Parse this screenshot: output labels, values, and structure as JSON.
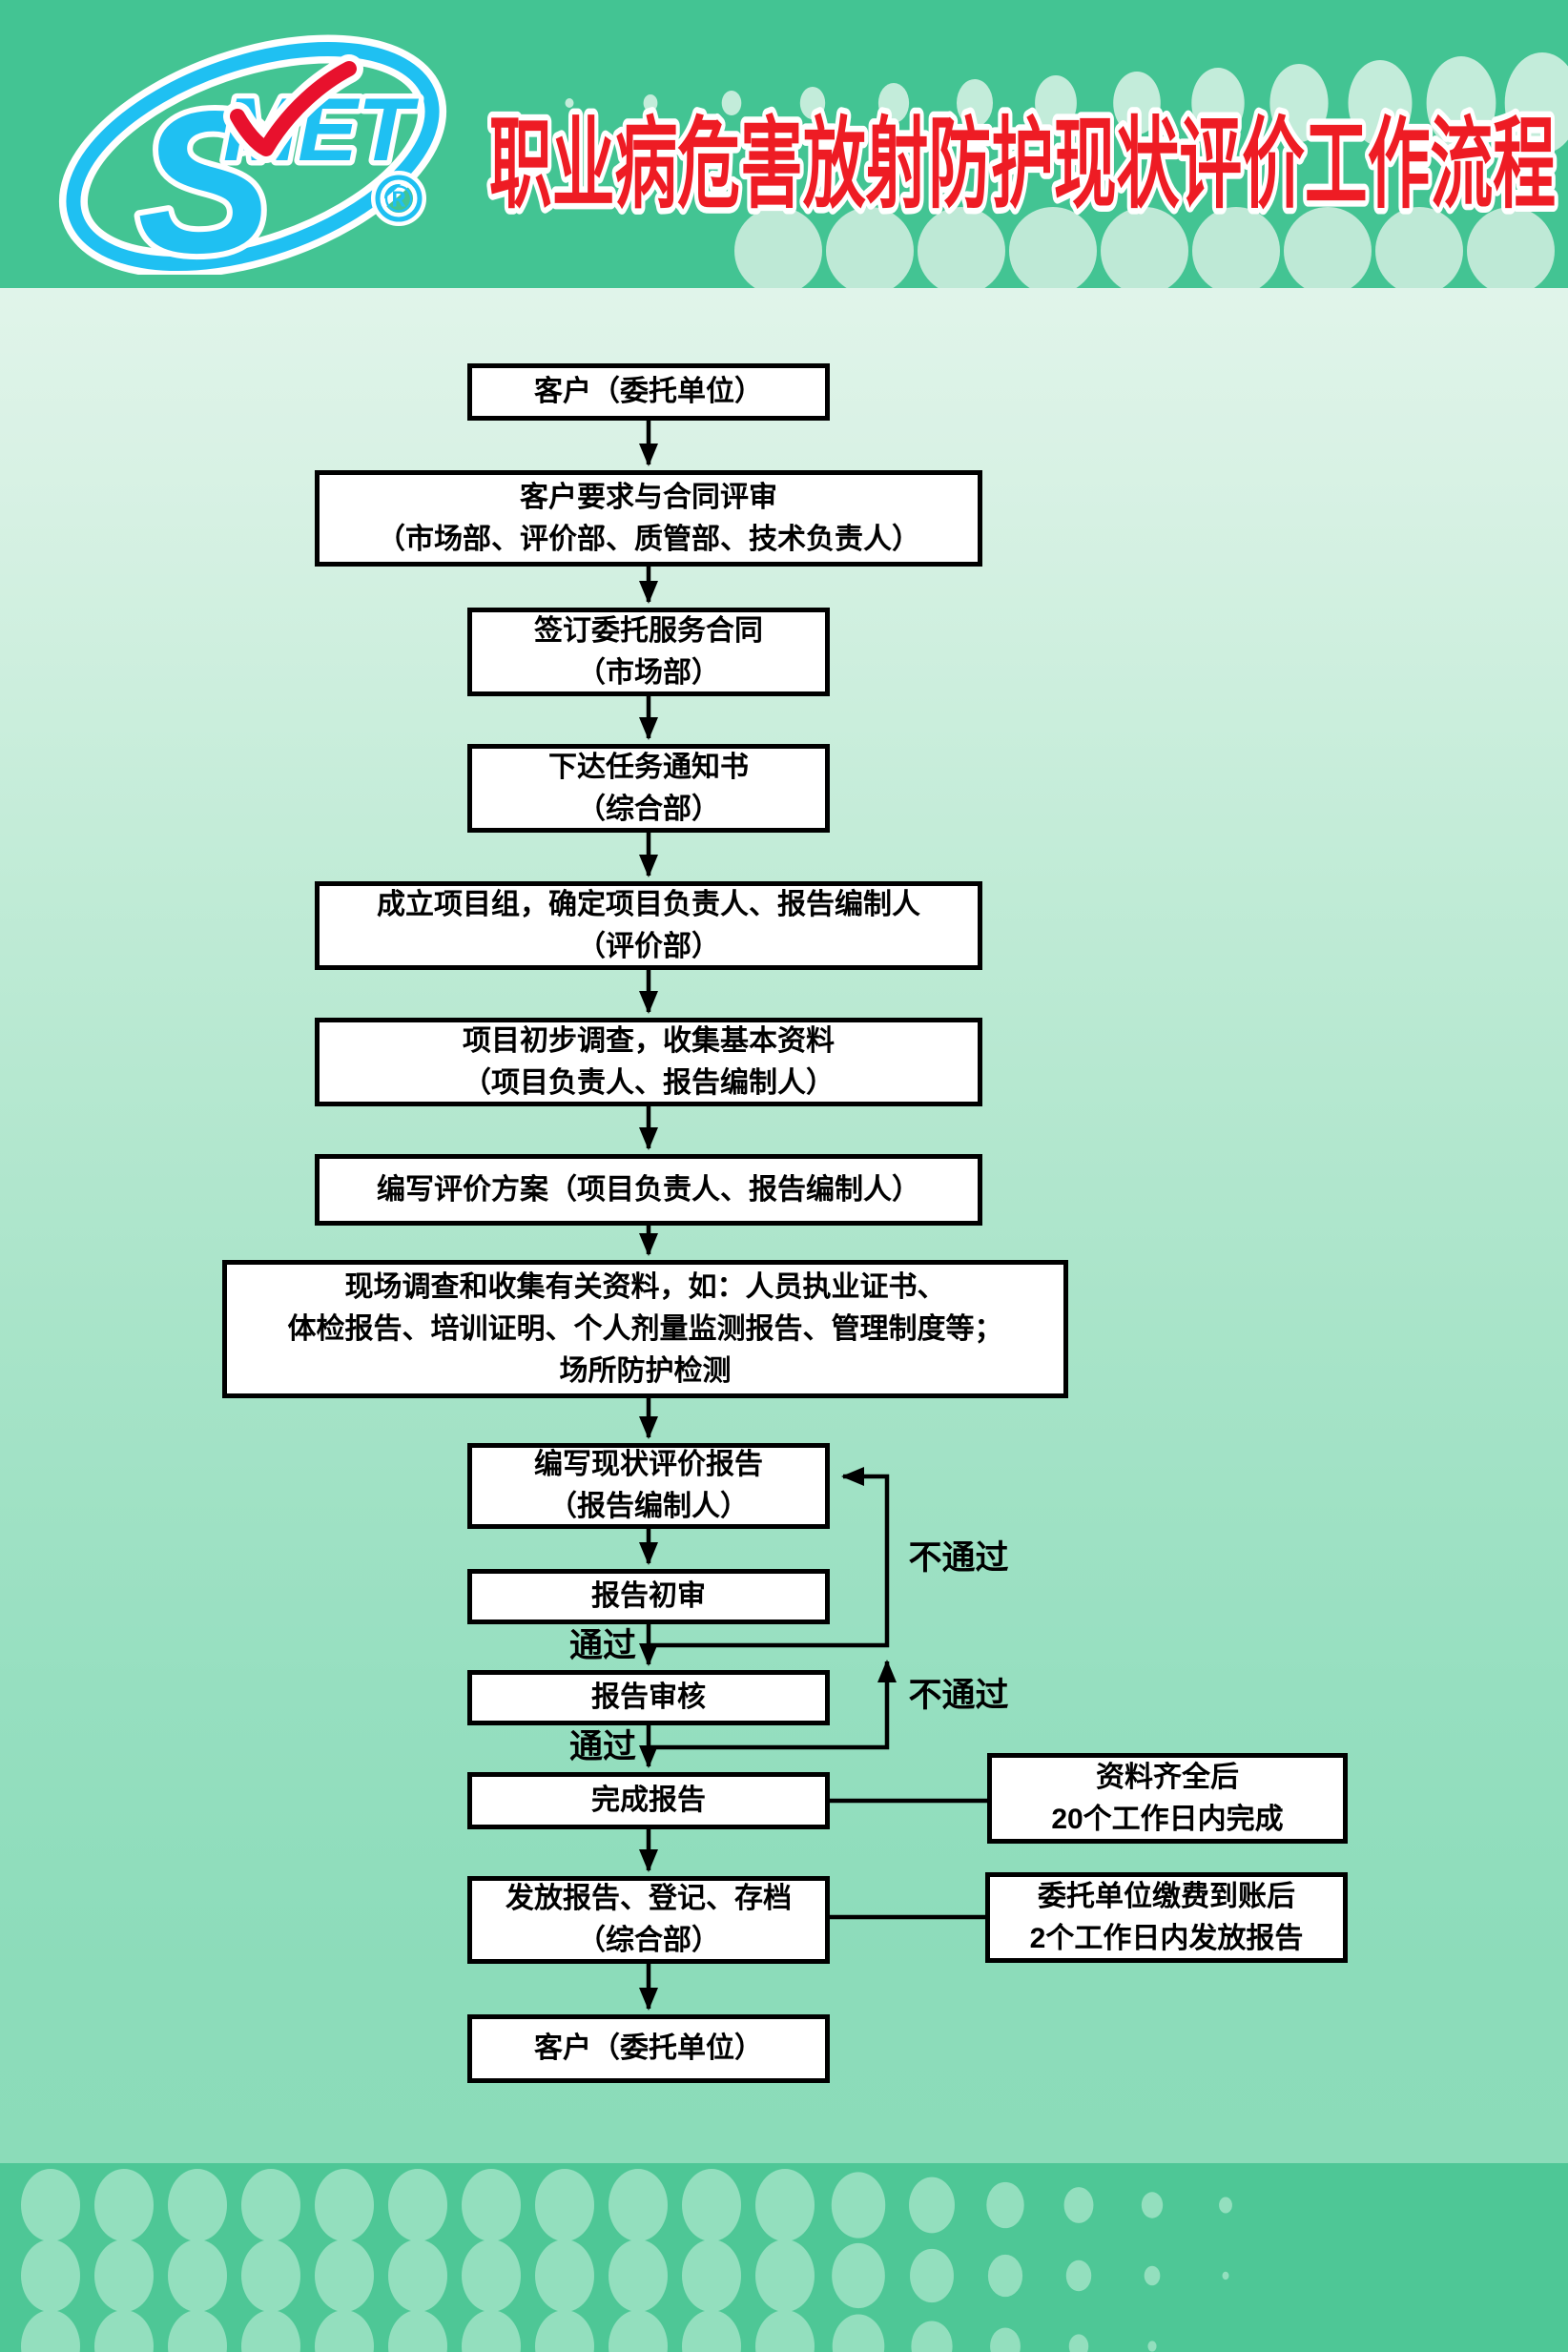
{
  "header": {
    "title": "职业病危害放射防护现状评价工作流程",
    "logo": {
      "s": "S",
      "met": "MET",
      "registered": "®"
    }
  },
  "flow": {
    "boxes": {
      "b1": {
        "lines": [
          "客户（委托单位）"
        ]
      },
      "b2": {
        "lines": [
          "客户要求与合同评审",
          "（市场部、评价部、质管部、技术负责人）"
        ]
      },
      "b3": {
        "lines": [
          "签订委托服务合同",
          "（市场部）"
        ]
      },
      "b4": {
        "lines": [
          "下达任务通知书",
          "（综合部）"
        ]
      },
      "b5": {
        "lines": [
          "成立项目组，确定项目负责人、报告编制人",
          "（评价部）"
        ]
      },
      "b6": {
        "lines": [
          "项目初步调查，收集基本资料",
          "（项目负责人、报告编制人）"
        ]
      },
      "b7": {
        "lines": [
          "编写评价方案（项目负责人、报告编制人）"
        ]
      },
      "b8": {
        "lines": [
          "现场调查和收集有关资料，如：人员执业证书、",
          "体检报告、培训证明、个人剂量监测报告、管理制度等；",
          "场所防护检测"
        ]
      },
      "b9": {
        "lines": [
          "编写现状评价报告",
          "（报告编制人）"
        ]
      },
      "b10": {
        "lines": [
          "报告初审"
        ]
      },
      "b11": {
        "lines": [
          "报告审核"
        ]
      },
      "b12": {
        "lines": [
          "完成报告"
        ]
      },
      "b13": {
        "lines": [
          "发放报告、登记、存档",
          "（综合部）"
        ]
      },
      "b14": {
        "lines": [
          "客户（委托单位）"
        ]
      },
      "sideA": {
        "lines": [
          "资料齐全后",
          "20个工作日内完成"
        ]
      },
      "sideB": {
        "lines": [
          "委托单位缴费到账后",
          "2个工作日内发放报告"
        ]
      }
    },
    "labels": {
      "pass1": "通过",
      "pass2": "通过",
      "fail1": "不通过",
      "fail2": "不通过"
    }
  },
  "colors": {
    "header_green": "#43c493",
    "footer_green": "#4ec796",
    "body_top": "#e9f7ef",
    "body_bottom": "#8adbb8",
    "title_red": "#ee1c24",
    "title_outline": "#ffffff",
    "logo_cyan": "#1fc0f2",
    "check_red": "#e8112d",
    "dot_light": "#c3ecda",
    "footer_dot": "#93dfbe",
    "box_fill": "#ffffff",
    "box_border": "#000000"
  }
}
